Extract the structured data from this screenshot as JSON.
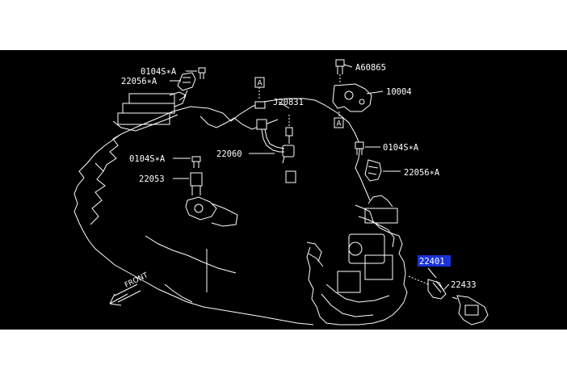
{
  "labels": {
    "l_0104s_top": "0104S∗A",
    "l_22056_top": "22056∗A",
    "l_a60865": "A60865",
    "l_10004": "10004",
    "l_j20831": "J20831",
    "l_22060": "22060",
    "l_0104s_mid": "0104S∗A",
    "l_22053": "22053",
    "l_0104s_right": "0104S∗A",
    "l_22056_right": "22056∗A",
    "l_22401": "22401",
    "l_22433": "22433",
    "front": "FRONT",
    "ref_a1": "A",
    "ref_a2": "A"
  },
  "colors": {
    "background": "#000000",
    "line": "#ffffff",
    "highlight": "#1a33d8"
  }
}
